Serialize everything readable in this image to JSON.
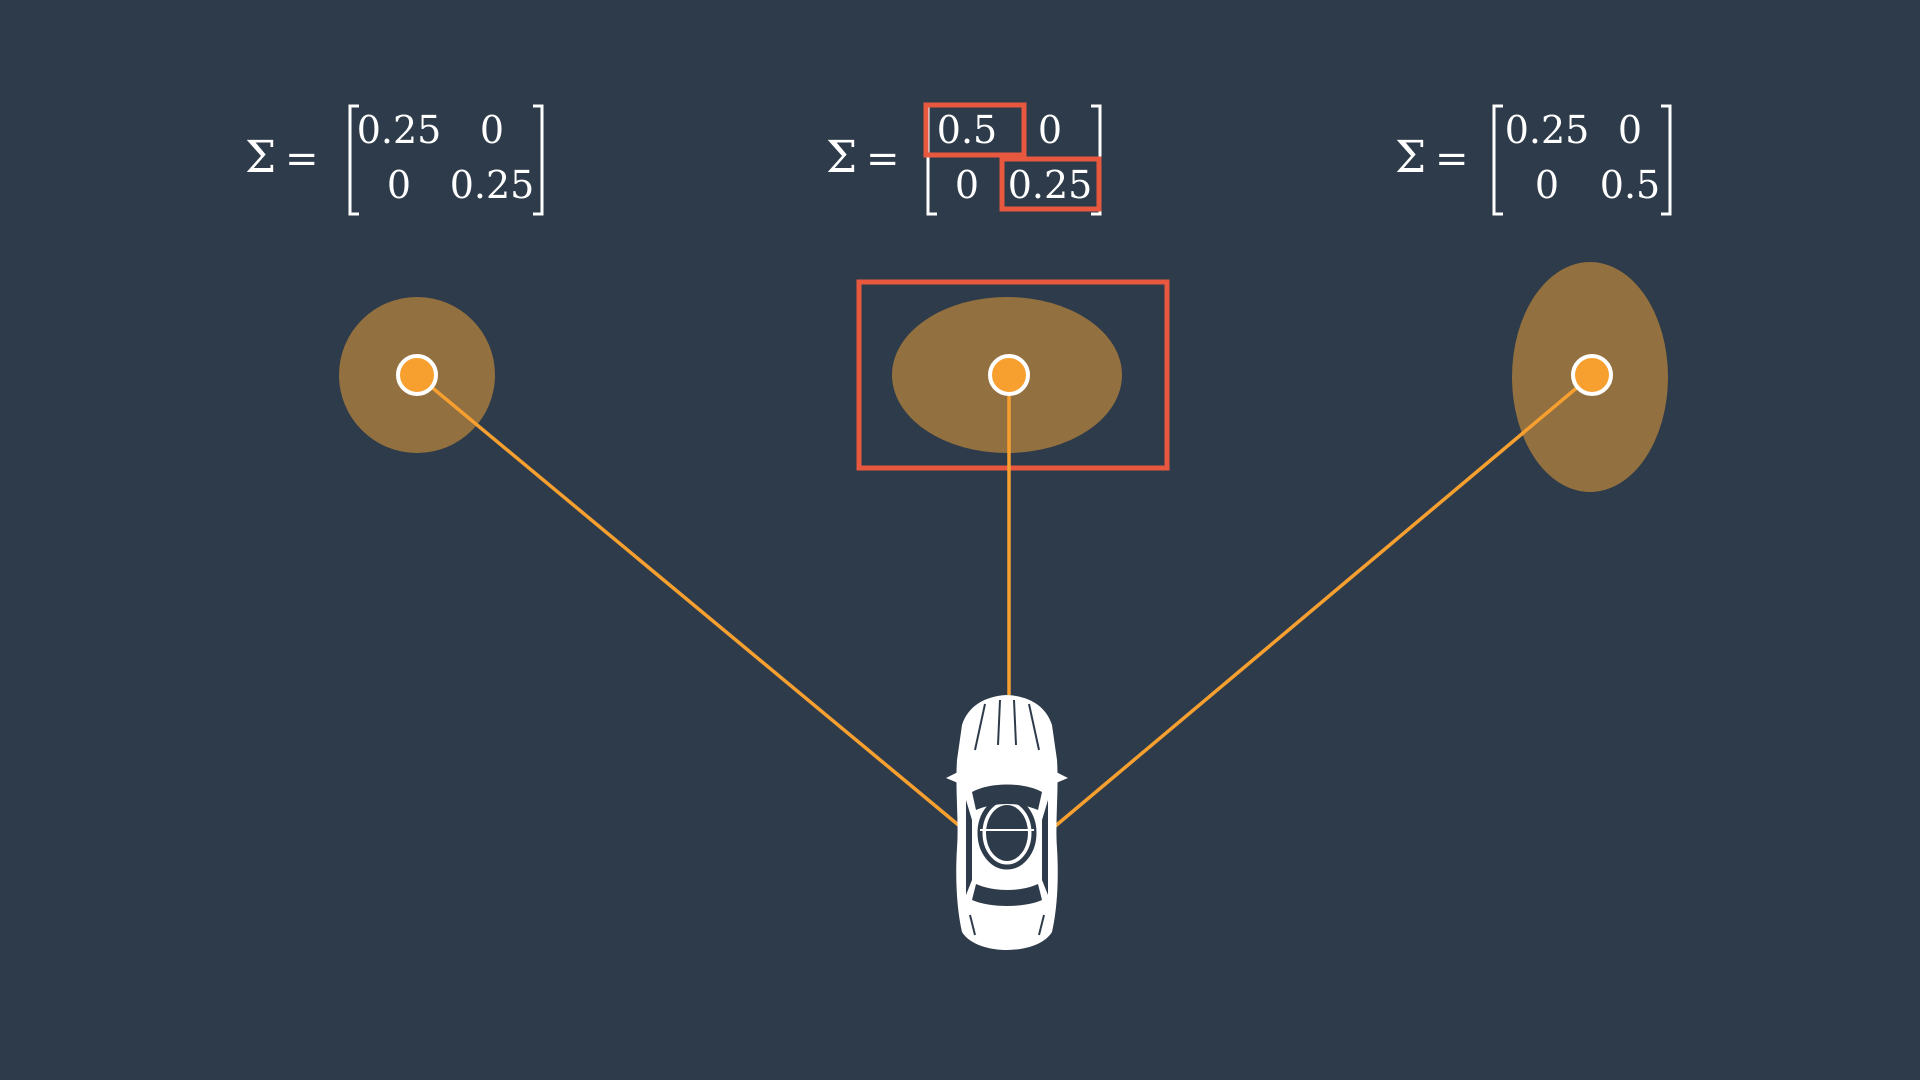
{
  "colors": {
    "background": "#2e3b4a",
    "uncertainty_fill": "#92703f",
    "landmark": "#f7a030",
    "ray": "#f7a030",
    "highlight": "#e8583f",
    "text": "#ffffff",
    "car": "#ffffff"
  },
  "matrices": [
    {
      "symbol": "Σ",
      "equals": "=",
      "cells": [
        [
          "0.25",
          "0"
        ],
        [
          "0",
          "0.25"
        ]
      ]
    },
    {
      "symbol": "Σ",
      "equals": "=",
      "cells": [
        [
          "0.5",
          "0"
        ],
        [
          "0",
          "0.25"
        ]
      ],
      "highlighted_cells": [
        [
          0,
          0
        ],
        [
          1,
          1
        ]
      ]
    },
    {
      "symbol": "Σ",
      "equals": "=",
      "cells": [
        [
          "0.25",
          "0"
        ],
        [
          "0",
          "0.5"
        ]
      ]
    }
  ],
  "landmarks": [
    {
      "covariance": [
        0.25,
        0.25
      ],
      "highlighted": false
    },
    {
      "covariance": [
        0.5,
        0.25
      ],
      "highlighted": true
    },
    {
      "covariance": [
        0.25,
        0.5
      ],
      "highlighted": false
    }
  ],
  "icons": {
    "vehicle": "car-icon"
  }
}
